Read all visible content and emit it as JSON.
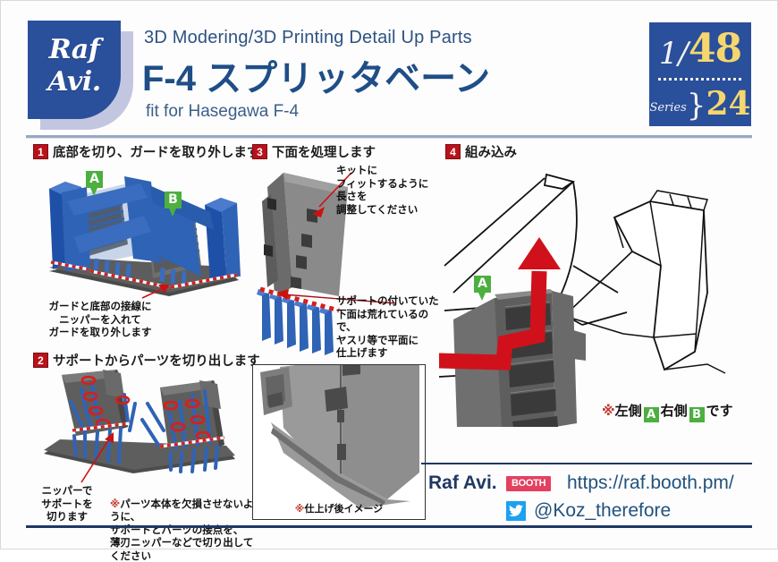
{
  "header": {
    "logo_line1": "Raf",
    "logo_line2": "Avi.",
    "supertitle": "3D Modering/3D Printing Detail Up Parts",
    "title": "F-4 スプリッタベーン",
    "subtitle": "fit for Hasegawa F-4",
    "scale": {
      "numerator": "1",
      "slash": "/",
      "denominator": "48",
      "series_label": "Series",
      "brace": "}",
      "series_number": "24"
    }
  },
  "steps": [
    {
      "number": "1",
      "title": "底部を切り、ガードを取り外します",
      "marker_a": "A",
      "marker_b": "B",
      "caption": "ガードと底部の接線に\nニッパーを入れて\nガードを取り外します"
    },
    {
      "number": "2",
      "title": "サポートからパーツを切り出します",
      "caption": "ニッパーで\nサポートを\n切ります",
      "note_star": "※",
      "note": "パーツ本体を欠損させないように、\nサポートとパーツの接点を、\n薄刃ニッパーなどで切り出してください"
    },
    {
      "number": "3",
      "title": "下面を処理します",
      "callout_top": "キットに\nフィットするように\n長さを\n調整してください",
      "callout_bottom": "サポートの付いていた\n下面は荒れているので、\nヤスリ等で平面に\n仕上げます"
    },
    {
      "number": "4",
      "title": "組み込み",
      "marker_a": "A",
      "note_star": "※",
      "note_left": "左側",
      "note_chip_a": "A",
      "note_mid": "右側",
      "note_chip_b": "B",
      "note_right": "です"
    }
  ],
  "inset": {
    "caption_star": "※",
    "caption": "仕上げ後イメージ"
  },
  "footer": {
    "brand": "Raf Avi.",
    "booth_badge": "BOOTH",
    "url": "https://raf.booth.pm/",
    "twitter_handle": "@Koz_therefore",
    "twitter_icon": "twitter-bird-icon"
  },
  "colors": {
    "brand_blue": "#2a4f9b",
    "title_blue": "#1f4e87",
    "badge_red": "#b9121b",
    "marker_green": "#4caf3f",
    "scale_yellow": "#f5d76e",
    "booth_red": "#e4405f",
    "twitter_blue": "#1da1f2",
    "footer_navy": "#1f3864",
    "part_gray": "#6d6d6d",
    "support_blue": "#2f63b5",
    "arrow_red": "#cc1111"
  }
}
